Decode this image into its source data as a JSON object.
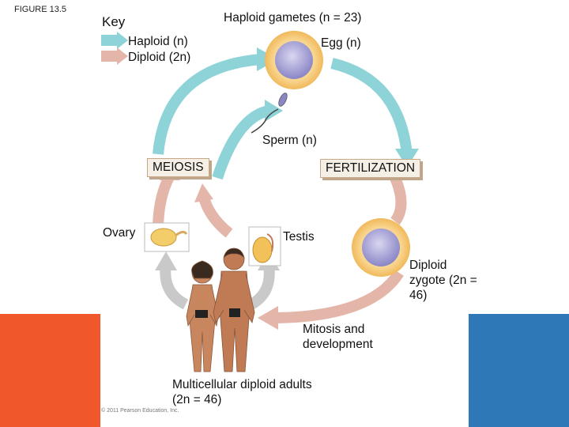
{
  "slide": {
    "figure_label": "FIGURE 13.5"
  },
  "key": {
    "title": "Key",
    "haploid": {
      "label": "Haploid (n)",
      "color": "#8ed3d8"
    },
    "diploid": {
      "label": "Diploid (2n)",
      "color": "#e3b6a9"
    }
  },
  "cycle": {
    "gametes_title": "Haploid gametes (n = 23)",
    "egg_label": "Egg (n)",
    "sperm_label": "Sperm (n)",
    "meiosis_label": "MEIOSIS",
    "fertilization_label": "FERTILIZATION",
    "ovary_label": "Ovary",
    "testis_label": "Testis",
    "zygote_label": "Diploid zygote (2n = 46)",
    "mitosis_label": "Mitosis and development",
    "adults_label": "Multicellular diploid adults (2n = 46)"
  },
  "colors": {
    "left_corner": "#f0572a",
    "right_corner": "#2e78b8",
    "gray_arrow": "#c9c9c9",
    "cell_halo": "#f6c66d",
    "nucleus": "#8a86c6"
  },
  "copyright": "© 2011 Pearson Education, Inc."
}
